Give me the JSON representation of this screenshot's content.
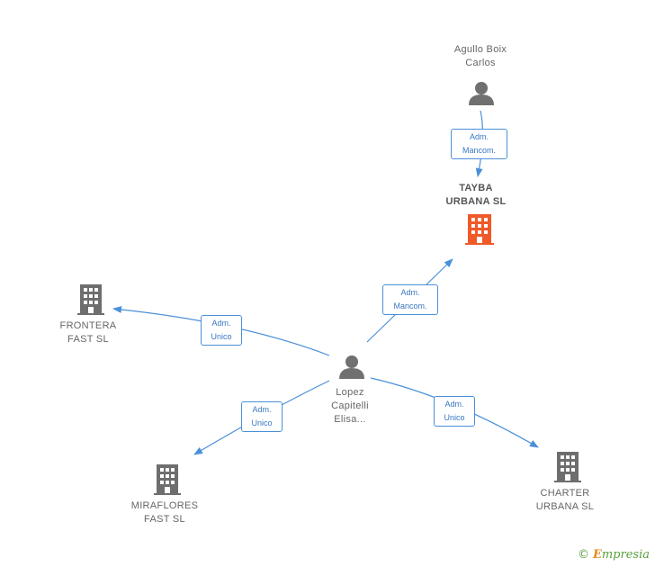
{
  "colors": {
    "edge": "#4a90d9",
    "person": "#707070",
    "company": "#6e6e6e",
    "focus_company": "#f05a28"
  },
  "nodes": {
    "agullo": {
      "line1": "Agullo Boix",
      "line2": "Carlos",
      "icon": "person-icon"
    },
    "tayba": {
      "line1": "TAYBA",
      "line2": "URBANA SL",
      "icon": "building-icon"
    },
    "frontera": {
      "line1": "FRONTERA",
      "line2": "FAST SL",
      "icon": "building-icon"
    },
    "lopez": {
      "line1": "Lopez",
      "line2": "Capitelli",
      "line3": "Elisa...",
      "icon": "person-icon"
    },
    "miraflores": {
      "line1": "MIRAFLORES",
      "line2": "FAST  SL",
      "icon": "building-icon"
    },
    "charter": {
      "line1": "CHARTER",
      "line2": "URBANA SL",
      "icon": "building-icon"
    }
  },
  "edges": {
    "agullo_tayba": {
      "line1": "Adm.",
      "line2": "Mancom."
    },
    "lopez_tayba": {
      "line1": "Adm.",
      "line2": "Mancom."
    },
    "lopez_frontera": {
      "line1": "Adm.",
      "line2": "Unico"
    },
    "lopez_miraflores": {
      "line1": "Adm.",
      "line2": "Unico"
    },
    "lopez_charter": {
      "line1": "Adm.",
      "line2": "Unico"
    }
  },
  "footer": {
    "symbol": "©",
    "brand_first": "E",
    "brand_rest": "mpresia"
  }
}
